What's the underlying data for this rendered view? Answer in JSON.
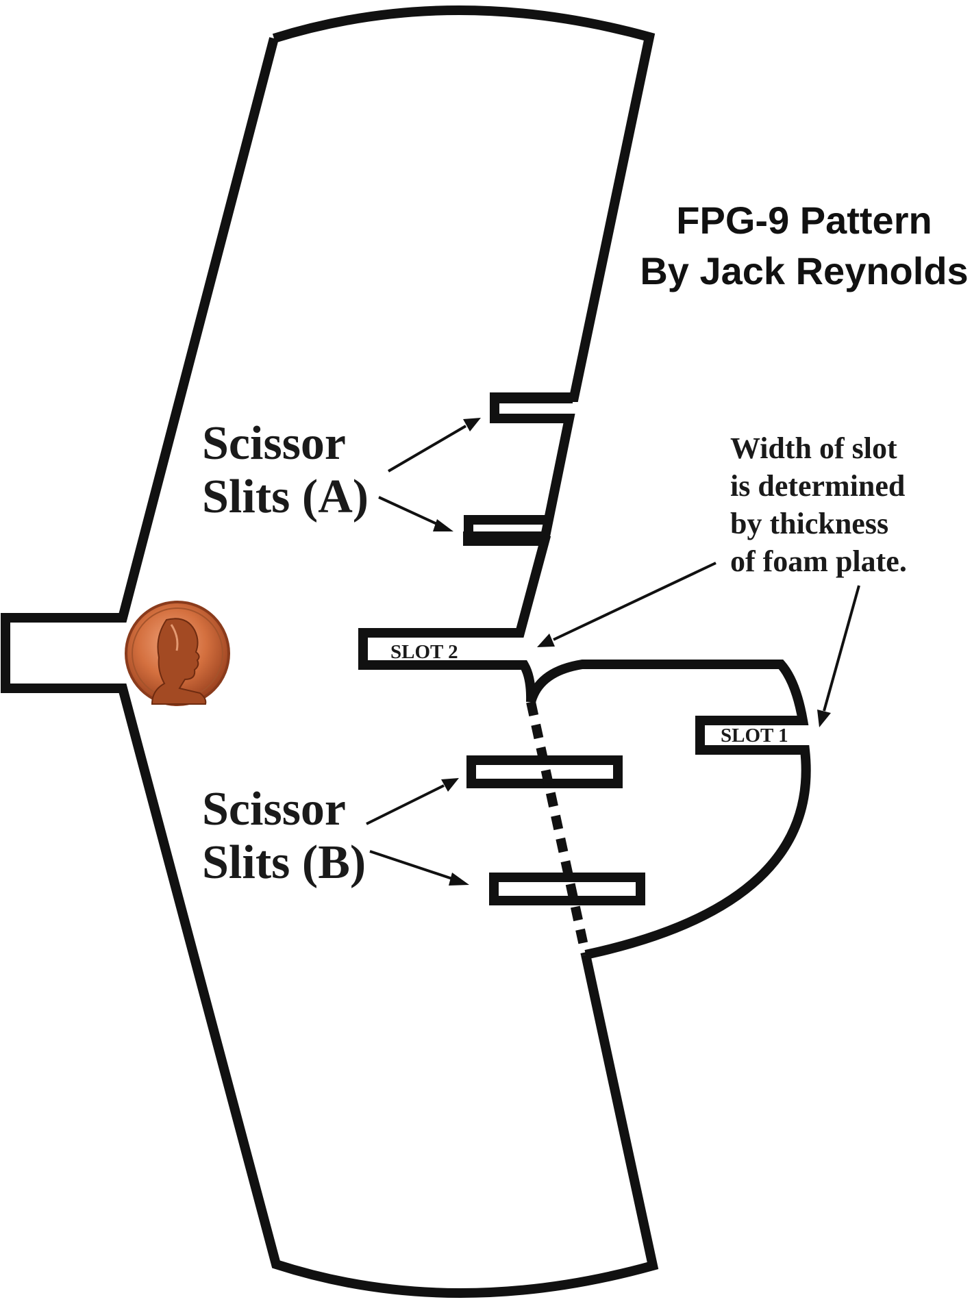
{
  "title": {
    "line1": "FPG-9 Pattern",
    "line2": "By Jack Reynolds"
  },
  "labels": {
    "scissor_slits_a": {
      "line1": "Scissor",
      "line2": "Slits (A)"
    },
    "scissor_slits_b": {
      "line1": "Scissor",
      "line2": "Slits (B)"
    },
    "slot_note": {
      "line1": "Width of slot",
      "line2": "is determined",
      "line3": "by thickness",
      "line4": "of foam plate."
    },
    "slot1": "SLOT 1",
    "slot2": "SLOT 2"
  },
  "icons": {
    "coin": "penny-coin-icon"
  },
  "colors": {
    "outline": "#111111",
    "background": "#ffffff",
    "coin_body": "#c8673a",
    "coin_rim": "#8a3b1c"
  }
}
